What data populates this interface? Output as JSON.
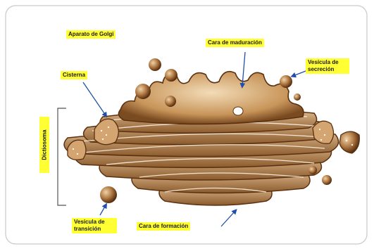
{
  "labels": {
    "title": "Aparato de Golgi",
    "cisterna": "Cisterna",
    "cara_maduracion": "Cara de maduración",
    "vesicula_secrecion": "Vesícula de secreción",
    "dictiosoma": "Dictiosoma",
    "vesicula_transicion": "Vesícula de transición",
    "cara_formacion": "Cara de formación"
  },
  "colors": {
    "label_bg": "#ffff33",
    "arrow": "#1f4fa8",
    "membrane_dark": "#5a3010",
    "membrane_light": "#c8955a"
  }
}
